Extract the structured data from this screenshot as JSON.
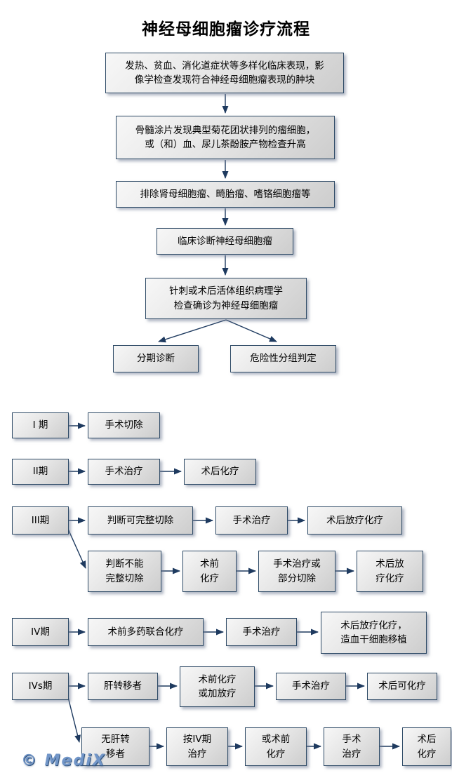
{
  "page": {
    "title": "神经母细胞瘤诊疗流程",
    "watermark": "© MediX"
  },
  "colors": {
    "accent": "#1e3a5f",
    "border": "#2e4a66",
    "watermark": "#7296c8",
    "box_light": "#f7f7f7",
    "box_dark": "#cdcdcd"
  },
  "diagnosis": {
    "clinical": "发热、贫血、消化道症状等多样化临床表现，影\n像学检查发现符合神经母细胞瘤表现的肿块",
    "marrow": "骨髓涂片发现典型菊花团状排列的瘤细胞，\n或（和）血、尿儿茶酚胺产物检查升高",
    "exclude": "排除肾母细胞瘤、畸胎瘤、嗜铬细胞瘤等",
    "clinical_dx": "临床诊断神经母细胞瘤",
    "pathology": "针刺或术后活体组织病理学\n检查确诊为神经母细胞瘤",
    "staging": "分期诊断",
    "risk": "危险性分组判定"
  },
  "treatment": {
    "stage1": {
      "label": "I 期",
      "resection": "手术切除"
    },
    "stage2": {
      "label": "II期",
      "surgery": "手术治疗",
      "post_chemo": "术后化疗"
    },
    "stage3": {
      "label": "III期",
      "resectable": "判断可完整切除",
      "surgery": "手术治疗",
      "post_radio_chemo": "术后放疗化疗",
      "unresectable": "判断不能\n完整切除",
      "pre_chemo": "术前\n化疗",
      "surgery_partial": "手术治疗或\n部分切除",
      "post_radio_chemo2": "术后放\n疗化疗"
    },
    "stage4": {
      "label": "IV期",
      "pre_combo_chemo": "术前多药联合化疗",
      "surgery": "手术治疗",
      "post_transplant": "术后放疗化疗，\n造血干细胞移植"
    },
    "stage4s": {
      "label": "IVs期",
      "liver_met": "肝转移者",
      "pre_chemo_radio": "术前化疗\n或加放疗",
      "surgery": "手术治疗",
      "post_chemo_optional": "术后可化疗",
      "no_liver_met": "无肝转\n移者",
      "as_stage4": "按IV期\n治疗",
      "or_pre_chemo": "或术前\n化疗",
      "surgery2": "手术\n治疗",
      "post_chemo": "术后\n化疗"
    }
  }
}
